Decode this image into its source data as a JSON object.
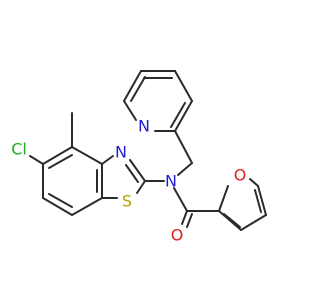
{
  "molecule": {
    "atom_labels": {
      "cl": "Cl",
      "n_thiazole": "N",
      "s_thiazole": "S",
      "n_amide": "N",
      "n_pyridine": "N",
      "o_carbonyl": "O",
      "o_furan": "O"
    },
    "colors": {
      "bond": "#2b2b2b",
      "nitrogen": "#1f1fd0",
      "oxygen": "#e01f1f",
      "sulfur": "#b8a200",
      "chlorine": "#1faa1f"
    }
  }
}
